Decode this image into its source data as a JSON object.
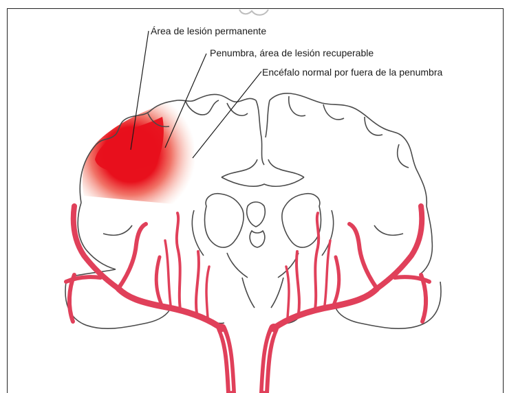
{
  "figure": {
    "labels": {
      "permanent": "Área de lesión permanente",
      "penumbra": "Penumbra, área de lesión recuperable",
      "normal": "Encéfalo normal por fuera de la penumbra"
    },
    "colors": {
      "lesion": "#e8101c",
      "vessel": "#e0405a",
      "outline": "#4a4a4a",
      "background": "#ffffff"
    }
  }
}
